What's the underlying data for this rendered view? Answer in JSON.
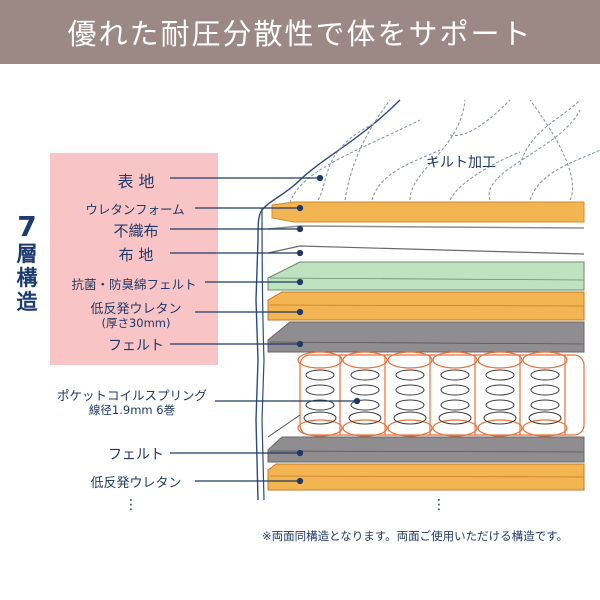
{
  "header": {
    "title": "優れた耐圧分散性で体をサポート",
    "background": "#9c8985"
  },
  "structure_label": {
    "number": "7",
    "kanji": [
      "層",
      "構",
      "造"
    ],
    "color": "#1c3b73"
  },
  "panel": {
    "background": "#f9c4c6"
  },
  "layers": [
    {
      "label": "表 地",
      "color": null
    },
    {
      "label": "ウレタンフォーム",
      "color": "#f2b552"
    },
    {
      "label": "不織布",
      "color": null
    },
    {
      "label": "布 地",
      "color": null
    },
    {
      "label": "抗菌・防臭綿フェルト",
      "color": "#bfe2bf"
    },
    {
      "label": "低反発ウレタン",
      "sublabel": "(厚さ30mm)",
      "color": "#f2b552"
    },
    {
      "label": "フェルト",
      "color": "#8f8d8f"
    }
  ],
  "spring": {
    "label": "ポケットコイルスプリング",
    "sublabel": "線径1.9mm 6巻",
    "coil_color": "#e8703a"
  },
  "lower_layers": [
    {
      "label": "フェルト",
      "color": "#8f8d8f"
    },
    {
      "label": "低反発ウレタン",
      "color": "#f2b552"
    }
  ],
  "quilt_label": "キルト加工",
  "continuation_dots": "⋮",
  "note": "※両面同構造となります。両面ご使用いただける構造です。"
}
